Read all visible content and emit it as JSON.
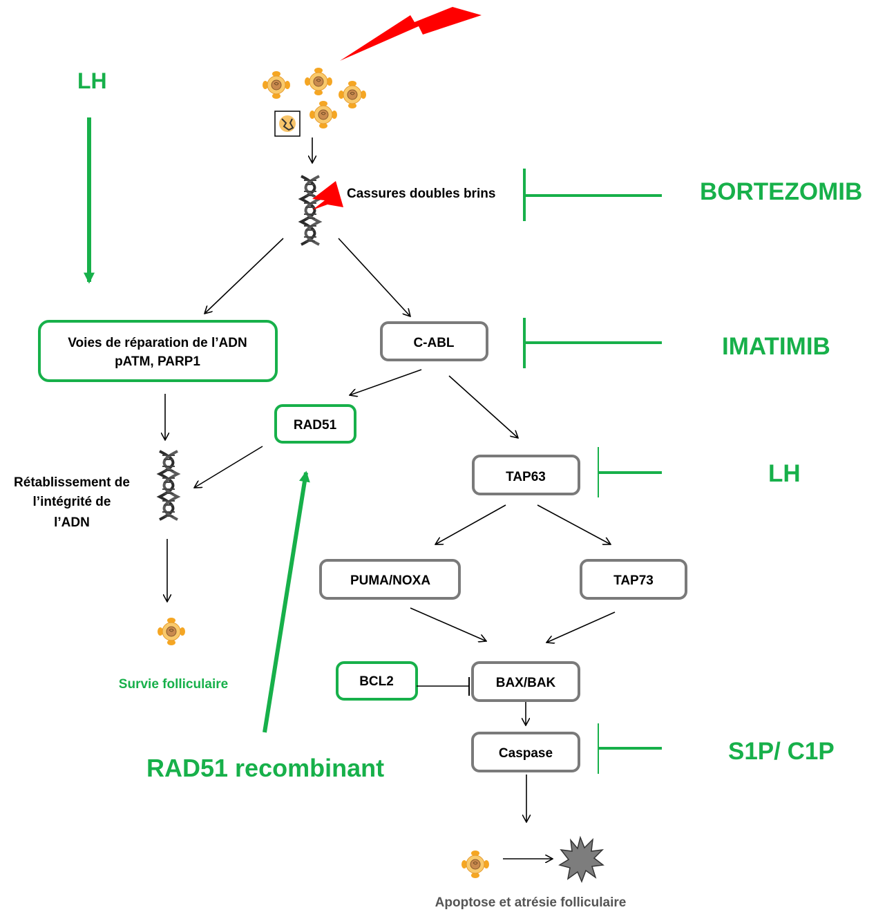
{
  "colors": {
    "green": "#17b04a",
    "gray": "#7a7a7a",
    "red": "#ff0000",
    "follicle": "#f5b041",
    "black": "#000000"
  },
  "inhibitors": {
    "lh_top": "LH",
    "bortezomib": "BORTEZOMIB",
    "imatimib": "IMATIMIB",
    "lh_mid": "LH",
    "s1p_c1p": "S1P/ C1P",
    "rad51_recombinant": "RAD51 recombinant"
  },
  "labels": {
    "dsb": "Cassures doubles brins",
    "repair_line1": "Voies de réparation de l’ADN",
    "repair_line2": "pATM, PARP1",
    "restore_line1": "Rétablissement de",
    "restore_line2": "l’intégrité de",
    "restore_line3": "l’ADN",
    "survival": "Survie folliculaire",
    "apoptosis": "Apoptose et atrésie folliculaire"
  },
  "nodes": {
    "cabl": "C-ABL",
    "rad51": "RAD51",
    "tap63": "TAP63",
    "puma_noxa": "PUMA/NOXA",
    "tap73": "TAP73",
    "bcl2": "BCL2",
    "bax_bak": "BAX/BAK",
    "caspase": "Caspase"
  },
  "icons": [
    "lightning-bolt-icon",
    "follicle-icon",
    "dna-helix-icon",
    "apoptotic-cell-icon"
  ]
}
